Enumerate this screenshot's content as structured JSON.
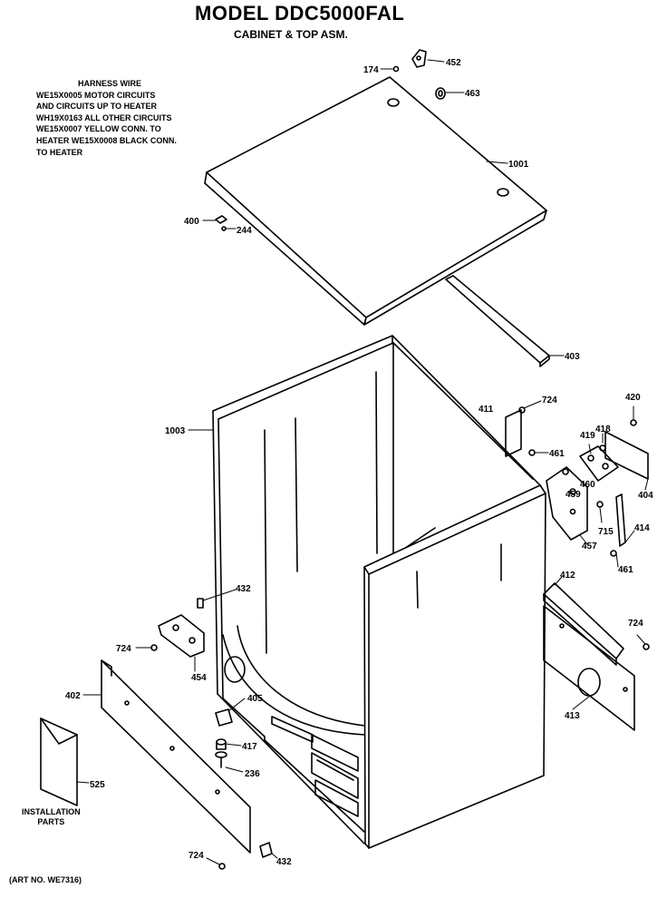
{
  "title": "MODEL DDC5000FAL",
  "subtitle": "CABINET & TOP ASM.",
  "harness_note": {
    "heading": "HARNESS WIRE",
    "lines": [
      "WE15X0005 MOTOR CIRCUITS",
      "AND CIRCUITS UP TO HEATER",
      "WH19X0163 ALL OTHER CIRCUITS",
      "WE15X0007 YELLOW CONN. TO",
      "HEATER WE15X0008 BLACK CONN.",
      "TO HEATER"
    ]
  },
  "installation_label": [
    "INSTALLATION",
    "PARTS"
  ],
  "art_number": "(ART NO. WE7316)",
  "parts": {
    "p174": "174",
    "p452": "452",
    "p463": "463",
    "p1001": "1001",
    "p400": "400",
    "p244": "244",
    "p403": "403",
    "p1003": "1003",
    "p411": "411",
    "p724a": "724",
    "p420": "420",
    "p419": "419",
    "p418": "418",
    "p461a": "461",
    "p459": "459",
    "p460": "460",
    "p404": "404",
    "p715": "715",
    "p414": "414",
    "p457": "457",
    "p461b": "461",
    "p412": "412",
    "p724b": "724",
    "p432a": "432",
    "p724c": "724",
    "p454": "454",
    "p402": "402",
    "p405": "405",
    "p413": "413",
    "p417": "417",
    "p236": "236",
    "p525": "525",
    "p724d": "724",
    "p432b": "432"
  }
}
